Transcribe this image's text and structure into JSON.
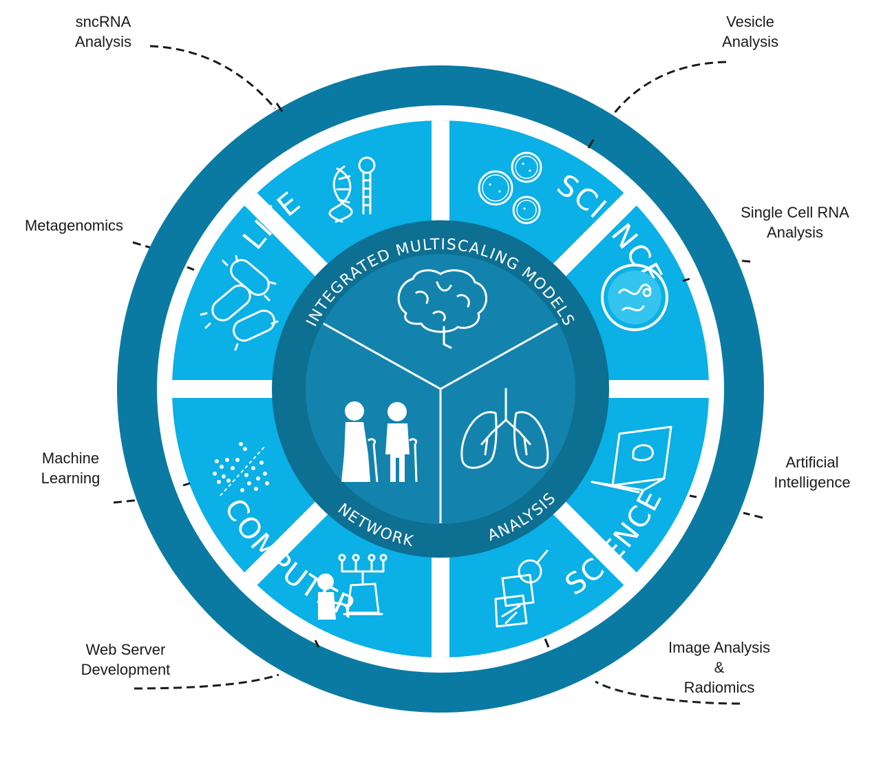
{
  "ring": {
    "top_left": "LIFE",
    "top_right": "SCIENCE",
    "bottom_left": "COMPUTER",
    "bottom_right": "SCIENCE"
  },
  "inner": {
    "top_arc": "INTEGRATED  MULTISCALING  MODELS",
    "bottom_left_arc": "NETWORK",
    "bottom_right_arc": "ANALYSIS"
  },
  "labels": {
    "sncrna": [
      "sncRNA",
      "Analysis"
    ],
    "vesicle": [
      "Vesicle",
      "Analysis"
    ],
    "metagenomics": [
      "Metagenomics"
    ],
    "single_cell": [
      "Single Cell RNA",
      "Analysis"
    ],
    "machine_learning": [
      "Machine",
      "Learning"
    ],
    "ai": [
      "Artificial",
      "Intelligence"
    ],
    "web_server": [
      "Web Server",
      "Development"
    ],
    "image_analysis": [
      "Image Analysis",
      "&",
      "Radiomics"
    ]
  },
  "colors": {
    "ring": "#0a7aa3",
    "segment": "#0ab0e6",
    "inner_ring": "#0d6f92",
    "core": "#1383ad",
    "text": "#1a1a1a"
  },
  "icons": {
    "sncrna": "rna-hairpin-icon",
    "vesicle": "vesicles-icon",
    "metagenomics": "bacteria-icon",
    "single_cell": "single-cell-icon",
    "machine_learning": "scatter-plot-icon",
    "ai": "laptop-brain-icon",
    "web_server": "developer-network-icon",
    "image_analysis": "magnifier-scan-icon",
    "core_top": "brain-icon",
    "core_left": "elderly-couple-icon",
    "core_right": "lungs-icon"
  }
}
